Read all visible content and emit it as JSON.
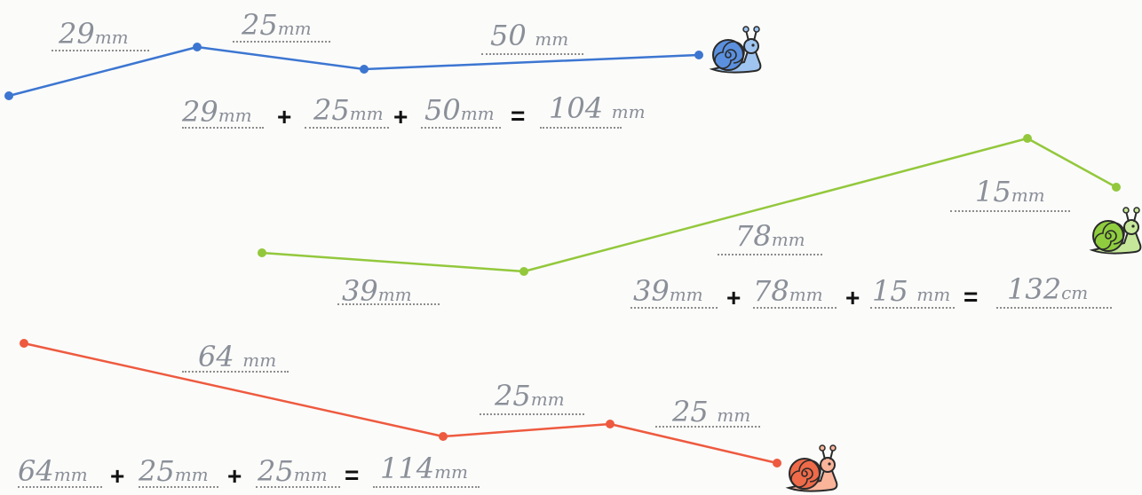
{
  "colors": {
    "blue": "#3c76d1",
    "green": "#93c83c",
    "red": "#ee5a3f"
  },
  "paths": [
    {
      "name": "blue",
      "points": [
        [
          10,
          108
        ],
        [
          222,
          53
        ],
        [
          410,
          78
        ],
        [
          787,
          62
        ]
      ],
      "segment_labels": [
        {
          "num": "29",
          "unit": "mm"
        },
        {
          "num": "25",
          "unit": "mm"
        },
        {
          "num": "50",
          "unit": "mm"
        }
      ],
      "equation": [
        {
          "num": "29",
          "unit": "mm"
        },
        "+",
        {
          "num": "25",
          "unit": "mm"
        },
        "+",
        {
          "num": "50",
          "unit": "mm"
        },
        "=",
        {
          "num": "104",
          "unit": "mm"
        }
      ]
    },
    {
      "name": "green",
      "points": [
        [
          295,
          285
        ],
        [
          590,
          306
        ],
        [
          1157,
          156
        ],
        [
          1257,
          211
        ]
      ],
      "segment_labels": [
        {
          "num": "39",
          "unit": "mm"
        },
        {
          "num": "78",
          "unit": "mm"
        },
        {
          "num": "15",
          "unit": "mm"
        }
      ],
      "equation": [
        {
          "num": "39",
          "unit": "mm"
        },
        "+",
        {
          "num": "78",
          "unit": "mm"
        },
        "+",
        {
          "num": "15",
          "unit": "mm"
        },
        "=",
        {
          "num": "132",
          "unit": "cm"
        }
      ]
    },
    {
      "name": "red",
      "points": [
        [
          27,
          387
        ],
        [
          499,
          492
        ],
        [
          687,
          478
        ],
        [
          875,
          522
        ]
      ],
      "segment_labels": [
        {
          "num": "64",
          "unit": "mm"
        },
        {
          "num": "25",
          "unit": "mm"
        },
        {
          "num": "25",
          "unit": "mm"
        }
      ],
      "equation": [
        {
          "num": "64",
          "unit": "mm"
        },
        "+",
        {
          "num": "25",
          "unit": "mm"
        },
        "+",
        {
          "num": "25",
          "unit": "mm"
        },
        "=",
        {
          "num": "114",
          "unit": "mm"
        }
      ]
    }
  ],
  "snail_icon": "snail-icon"
}
